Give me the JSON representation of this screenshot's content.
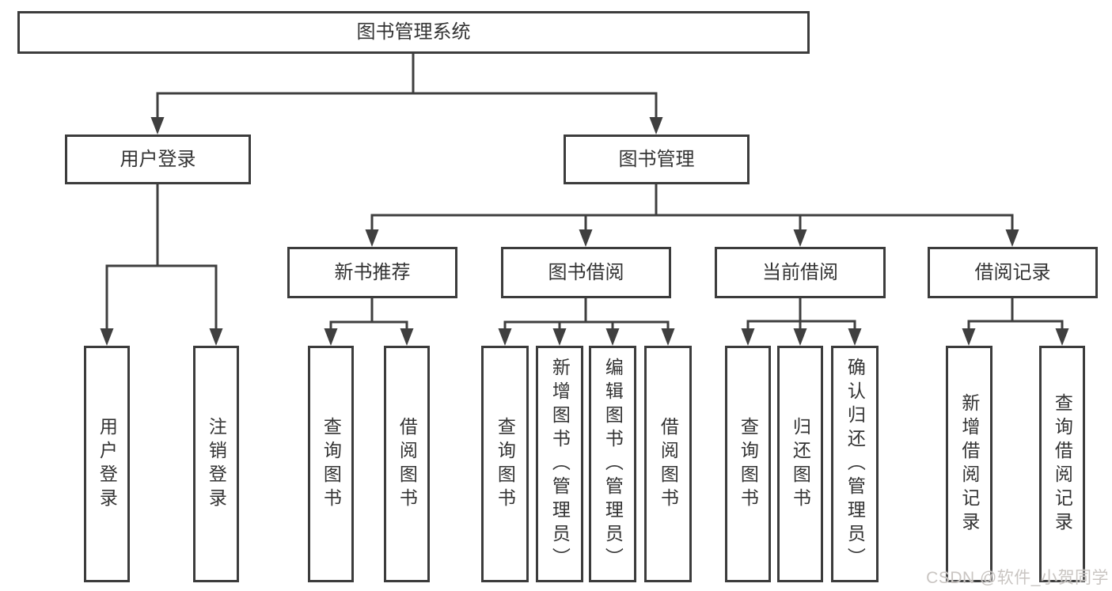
{
  "tree": {
    "label": "图书管理系统",
    "children": [
      {
        "label": "用户登录",
        "children": [
          {
            "label": "用户登录"
          },
          {
            "label": "注销登录"
          }
        ]
      },
      {
        "label": "图书管理",
        "children": [
          {
            "label": "新书推荐",
            "children": [
              {
                "label": "查询图书"
              },
              {
                "label": "借阅图书"
              }
            ]
          },
          {
            "label": "图书借阅",
            "children": [
              {
                "label": "查询图书"
              },
              {
                "label": "新增图书（管理员）"
              },
              {
                "label": "编辑图书（管理员）"
              },
              {
                "label": "借阅图书"
              }
            ]
          },
          {
            "label": "当前借阅",
            "children": [
              {
                "label": "查询图书"
              },
              {
                "label": "归还图书"
              },
              {
                "label": "确认归还（管理员）"
              }
            ]
          },
          {
            "label": "借阅记录",
            "children": [
              {
                "label": "新增借阅记录"
              },
              {
                "label": "查询借阅记录"
              }
            ]
          }
        ]
      }
    ]
  },
  "watermark": {
    "text": "CSDN @软件_小贺同学"
  },
  "colors": {
    "line": "#3f3f3f",
    "box_border": "#3c3c3c",
    "text": "#333333",
    "watermark": "#c9c5c2",
    "background": "#ffffff"
  }
}
